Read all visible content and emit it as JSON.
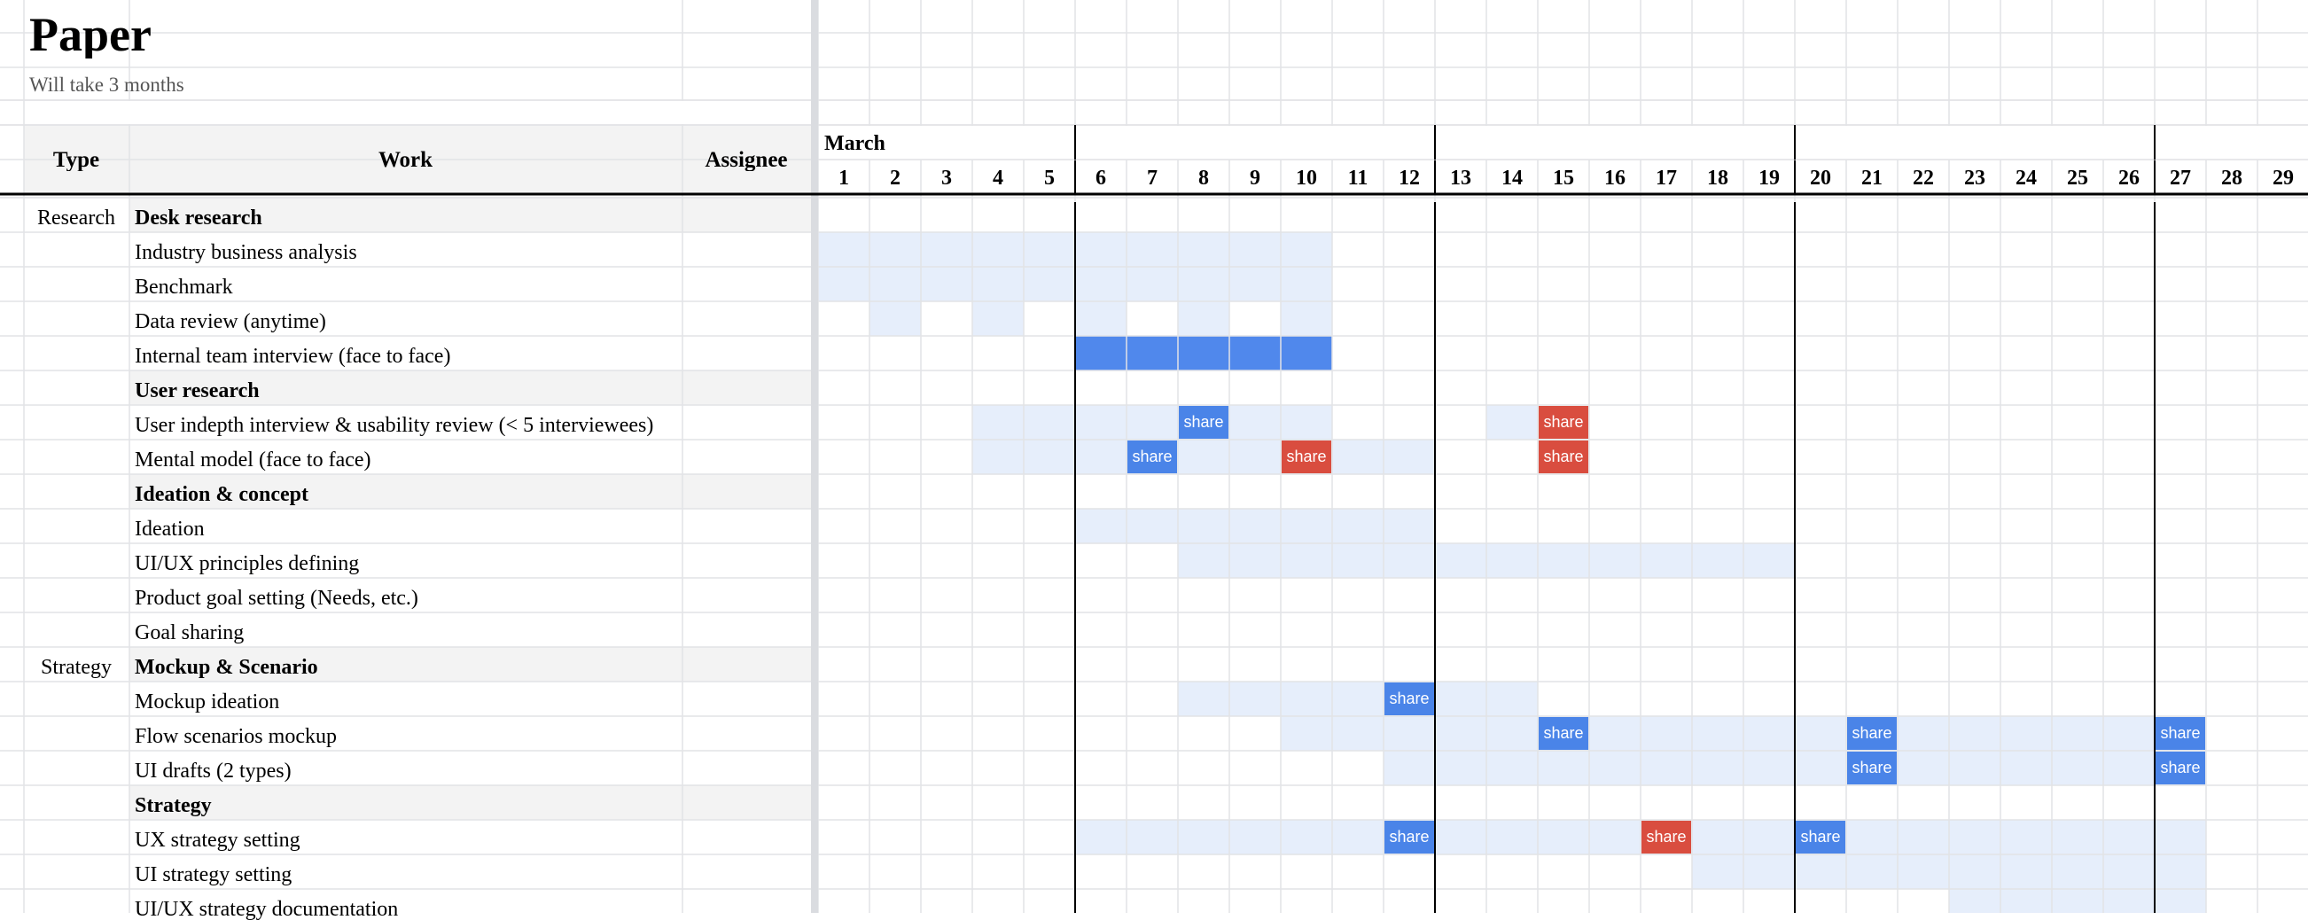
{
  "sheet": {
    "title": "Paper",
    "subtitle": "Will take 3 months"
  },
  "headers": {
    "type": "Type",
    "work": "Work",
    "assignee": "Assignee",
    "month": "March"
  },
  "days": [
    "1",
    "2",
    "3",
    "4",
    "5",
    "6",
    "7",
    "8",
    "9",
    "10",
    "11",
    "12",
    "13",
    "14",
    "15",
    "16",
    "17",
    "18",
    "19",
    "20",
    "21",
    "22",
    "23",
    "24",
    "25",
    "26",
    "27",
    "28",
    "29"
  ],
  "week_start_days": [
    6,
    13,
    20,
    27
  ],
  "colors": {
    "light_bar": "#e6eefb",
    "dark_bar": "#5088ec",
    "share_blue": "#4a84e8",
    "share_red": "#d94d3f",
    "section_bg": "#f3f3f3",
    "grid_line": "#e2e3e6",
    "freeze_bar": "#dadce0"
  },
  "share_label": "share",
  "rows": [
    {
      "type": "Research",
      "work": "Desk research",
      "section": true,
      "spans": [],
      "chips": []
    },
    {
      "work": "Industry business analysis",
      "spans": [
        [
          1,
          10,
          "light"
        ]
      ],
      "chips": []
    },
    {
      "work": "Benchmark",
      "spans": [
        [
          1,
          10,
          "light"
        ]
      ],
      "chips": []
    },
    {
      "work": "Data review (anytime)",
      "spans": [
        [
          2,
          2,
          "light"
        ],
        [
          4,
          4,
          "light"
        ],
        [
          6,
          6,
          "light"
        ],
        [
          8,
          8,
          "light"
        ],
        [
          10,
          10,
          "light"
        ]
      ],
      "chips": []
    },
    {
      "work": "Internal team interview (face to face)",
      "spans": [
        [
          6,
          10,
          "dark"
        ]
      ],
      "chips": []
    },
    {
      "work": "User research",
      "section": true,
      "spans": [],
      "chips": []
    },
    {
      "work": "User indepth interview & usability review (< 5 interviewees)",
      "spans": [
        [
          4,
          10,
          "light"
        ],
        [
          14,
          14,
          "light"
        ]
      ],
      "chips": [
        [
          8,
          "blue"
        ],
        [
          15,
          "red"
        ]
      ]
    },
    {
      "work": "Mental model (face to face)",
      "spans": [
        [
          4,
          12,
          "light"
        ]
      ],
      "chips": [
        [
          7,
          "blue"
        ],
        [
          10,
          "red"
        ],
        [
          15,
          "red"
        ]
      ]
    },
    {
      "work": "Ideation & concept",
      "section": true,
      "spans": [],
      "chips": []
    },
    {
      "work": "Ideation",
      "spans": [
        [
          6,
          12,
          "light"
        ]
      ],
      "chips": []
    },
    {
      "work": "UI/UX principles defining",
      "spans": [
        [
          8,
          19,
          "light"
        ]
      ],
      "chips": []
    },
    {
      "work": "Product goal setting (Needs, etc.)",
      "spans": [],
      "chips": []
    },
    {
      "work": "Goal sharing",
      "spans": [],
      "chips": []
    },
    {
      "type": "Strategy",
      "work": "Mockup & Scenario",
      "section": true,
      "spans": [],
      "chips": []
    },
    {
      "work": "Mockup ideation",
      "spans": [
        [
          8,
          14,
          "light"
        ]
      ],
      "chips": [
        [
          12,
          "blue"
        ]
      ]
    },
    {
      "work": "Flow scenarios mockup",
      "spans": [
        [
          10,
          27,
          "light"
        ]
      ],
      "chips": [
        [
          15,
          "blue"
        ],
        [
          21,
          "blue"
        ],
        [
          27,
          "blue"
        ]
      ]
    },
    {
      "work": "UI drafts (2 types)",
      "spans": [
        [
          12,
          27,
          "light"
        ]
      ],
      "chips": [
        [
          21,
          "blue"
        ],
        [
          27,
          "blue"
        ]
      ]
    },
    {
      "work": "Strategy",
      "section": true,
      "spans": [],
      "chips": []
    },
    {
      "work": "UX strategy setting",
      "spans": [
        [
          6,
          27,
          "light"
        ]
      ],
      "chips": [
        [
          12,
          "blue"
        ],
        [
          17,
          "red"
        ],
        [
          20,
          "blue"
        ]
      ]
    },
    {
      "work": "UI strategy setting",
      "spans": [
        [
          18,
          27,
          "light"
        ]
      ],
      "chips": []
    },
    {
      "work": "UI/UX strategy documentation",
      "spans": [
        [
          23,
          27,
          "light"
        ]
      ],
      "chips": []
    }
  ]
}
